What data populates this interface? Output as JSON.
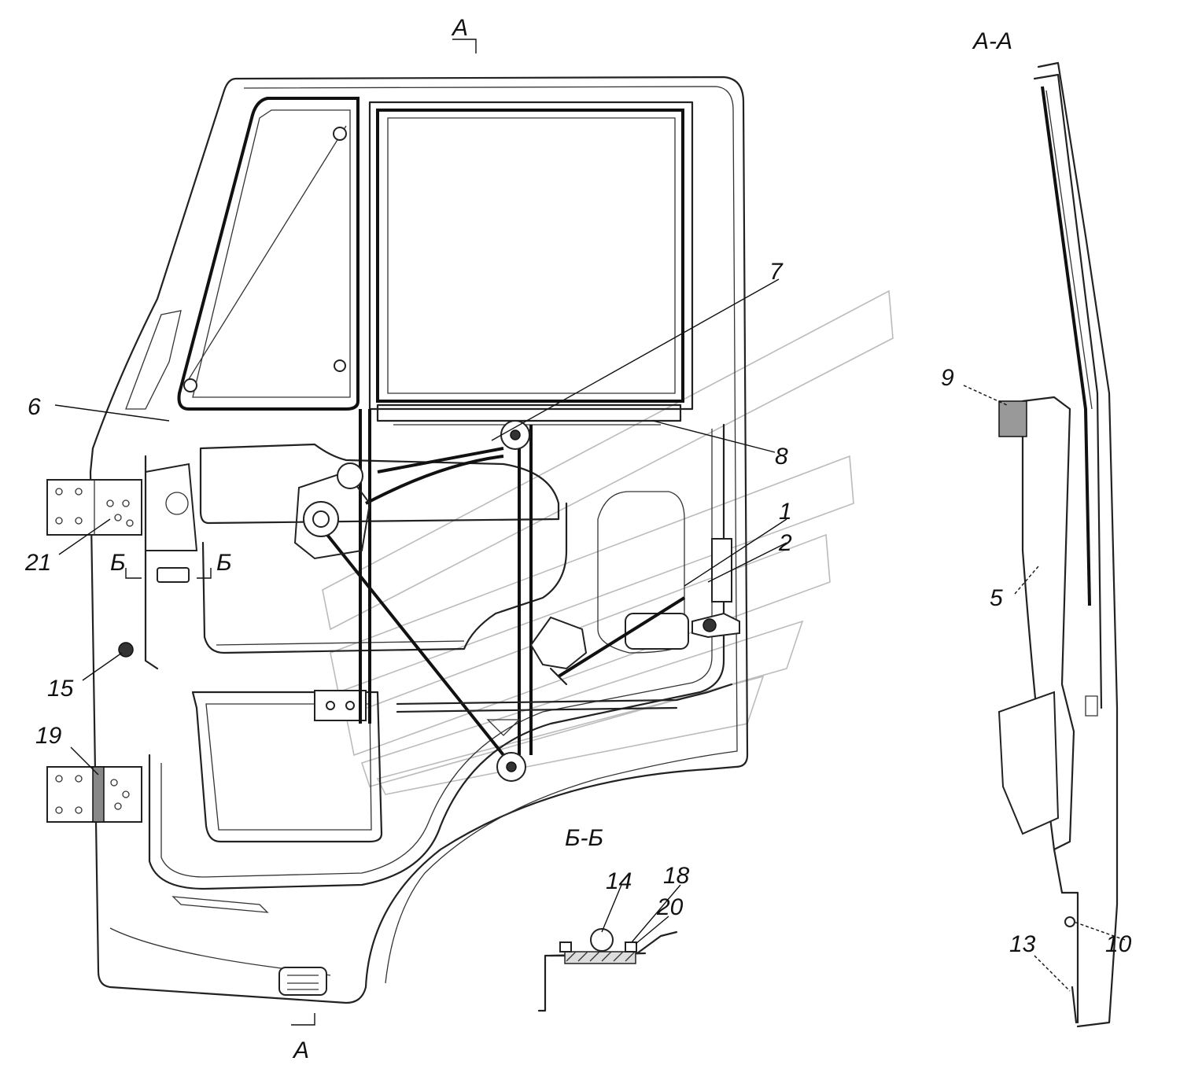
{
  "section_marks": {
    "top_a": "A",
    "bottom_a": "A",
    "section_aa_title": "A-A",
    "section_bb_title": "Б-Б",
    "b_left": "Б",
    "b_right": "Б"
  },
  "callouts": {
    "c1": "1",
    "c2": "2",
    "c5": "5",
    "c6": "6",
    "c7": "7",
    "c8": "8",
    "c9": "9",
    "c10": "10",
    "c13": "13",
    "c14": "14",
    "c15": "15",
    "c18": "18",
    "c19": "19",
    "c20": "20",
    "c21": "21"
  }
}
